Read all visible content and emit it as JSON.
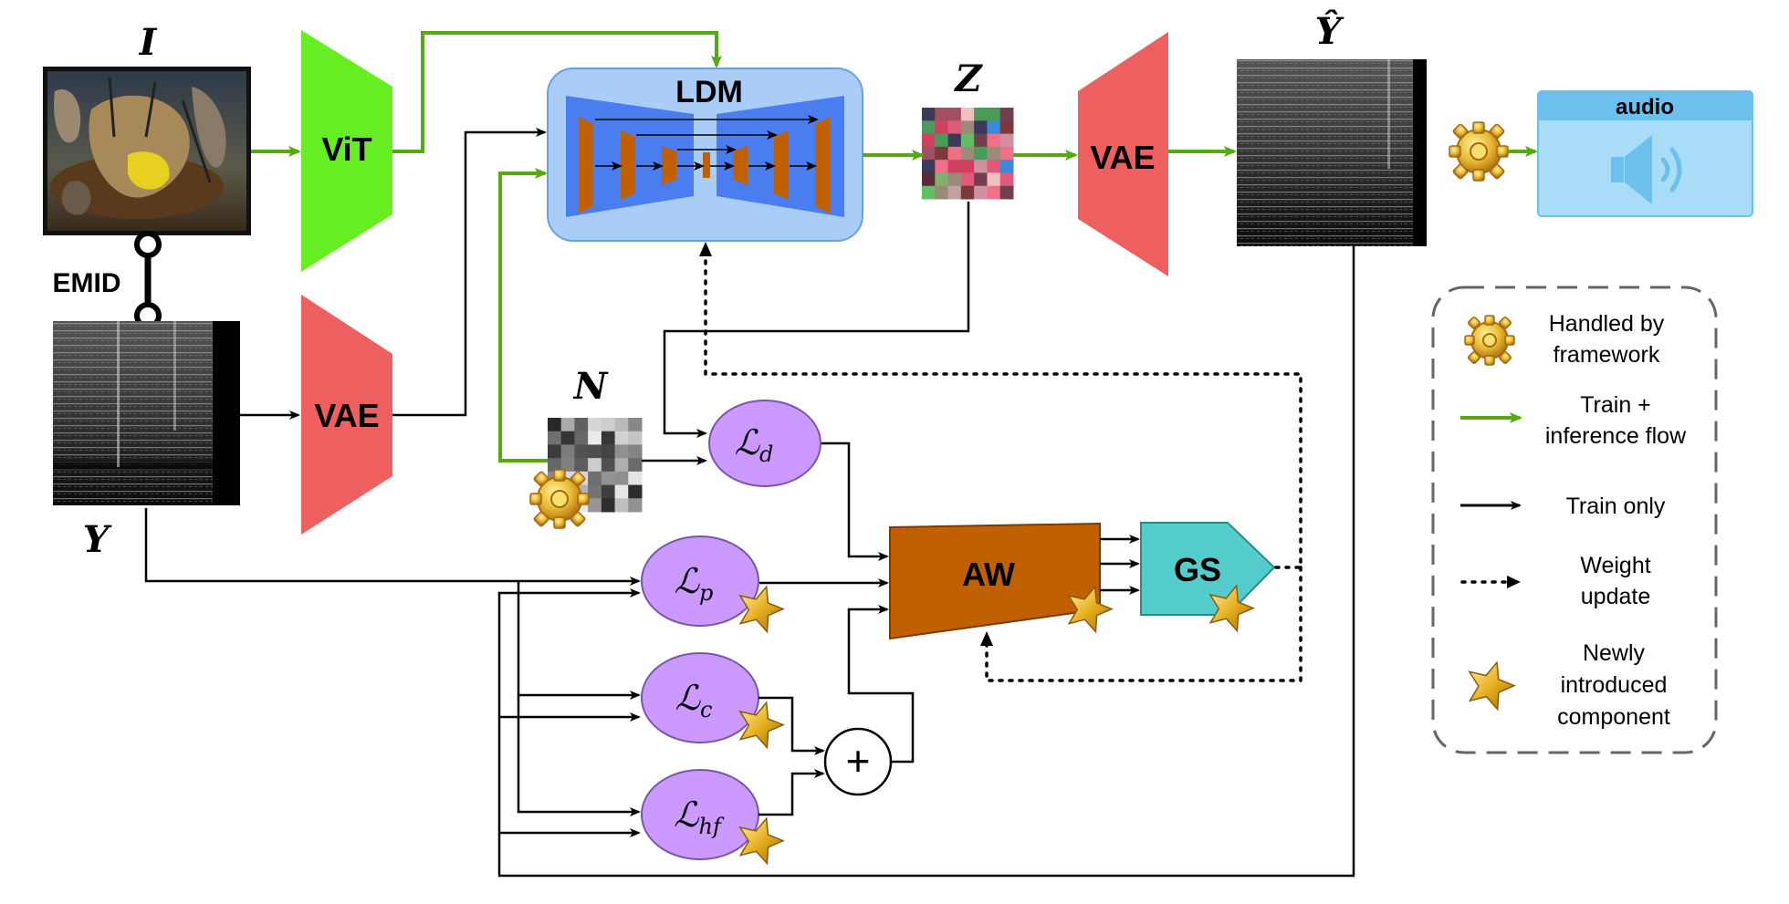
{
  "labels": {
    "image": "I",
    "emid": "EMID",
    "spectrogram": "Y",
    "vit": "ViT",
    "vae_encoder": "VAE",
    "ldm": "LDM",
    "latent": "Z",
    "vae_decoder": "VAE",
    "output_spectrogram": "Ŷ",
    "audio": "audio",
    "noise": "N",
    "aw": "AW",
    "gs": "GS",
    "plus": "+"
  },
  "losses": {
    "d": {
      "symbol": "ℒ",
      "sub": "d"
    },
    "p": {
      "symbol": "ℒ",
      "sub": "p"
    },
    "c": {
      "symbol": "ℒ",
      "sub": "c"
    },
    "hf": {
      "symbol": "ℒ",
      "sub": "hf"
    }
  },
  "legend": {
    "framework": [
      "Handled by",
      "framework"
    ],
    "train_inference": [
      "Train +",
      "inference flow"
    ],
    "train_only": [
      "Train only"
    ],
    "weight_update": [
      "Weight",
      "update"
    ],
    "new_component": [
      "Newly",
      "introduced",
      "component"
    ]
  },
  "colors": {
    "green_flow": "#55aa11",
    "vit": "#66ee22",
    "vae": "#ee6060",
    "ldm_box": "#a9cdf7",
    "ldm_inner": "#4a7ef0",
    "ldm_blocks": "#c06000",
    "loss_ellipse": "#cc99ff",
    "aw": "#c06000",
    "gs": "#55cccc",
    "audio_body": "#a9ddf7",
    "audio_header": "#6cc0ee"
  }
}
